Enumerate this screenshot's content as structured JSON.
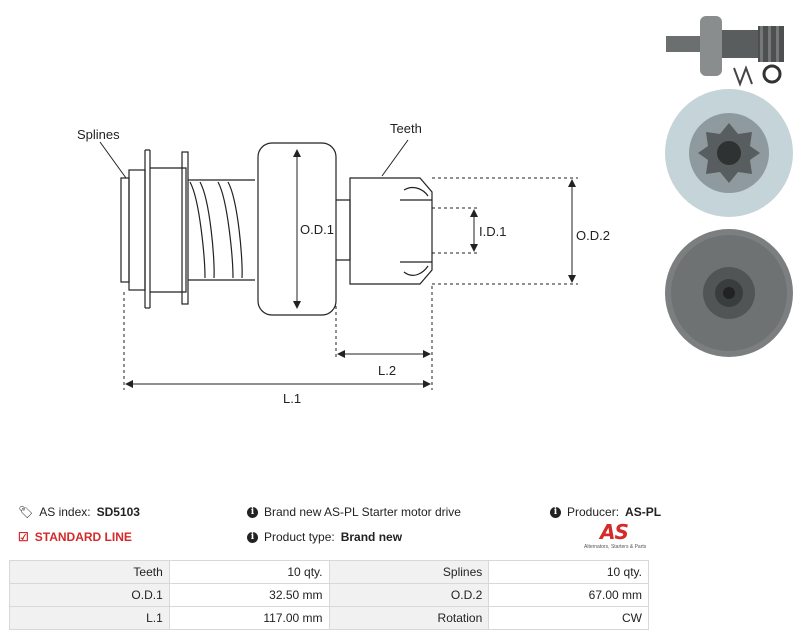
{
  "diagram": {
    "labels": {
      "splines": "Splines",
      "teeth": "Teeth",
      "od1": "O.D.1",
      "od2": "O.D.2",
      "id1": "I.D.1",
      "l1": "L.1",
      "l2": "L.2"
    },
    "line_color": "#222222"
  },
  "photos": [
    {
      "name": "side-view-photo"
    },
    {
      "name": "front-gear-photo"
    },
    {
      "name": "rear-view-photo"
    }
  ],
  "info": {
    "as_index_label": "AS index:",
    "as_index_value": "SD5103",
    "standard_line": "STANDARD LINE",
    "description": "Brand new AS-PL Starter motor drive",
    "product_type_label": "Product type:",
    "product_type_value": "Brand new",
    "producer_label": "Producer:",
    "producer_value": "AS-PL",
    "logo_text": "AS",
    "logo_tagline": "Alternators, Starters & Parts",
    "accent_color": "#d42a2a"
  },
  "specs": [
    {
      "k1": "Teeth",
      "v1": "10 qty.",
      "k2": "Splines",
      "v2": "10 qty."
    },
    {
      "k1": "O.D.1",
      "v1": "32.50 mm",
      "k2": "O.D.2",
      "v2": "67.00 mm"
    },
    {
      "k1": "L.1",
      "v1": "117.00 mm",
      "k2": "Rotation",
      "v2": "CW"
    }
  ]
}
